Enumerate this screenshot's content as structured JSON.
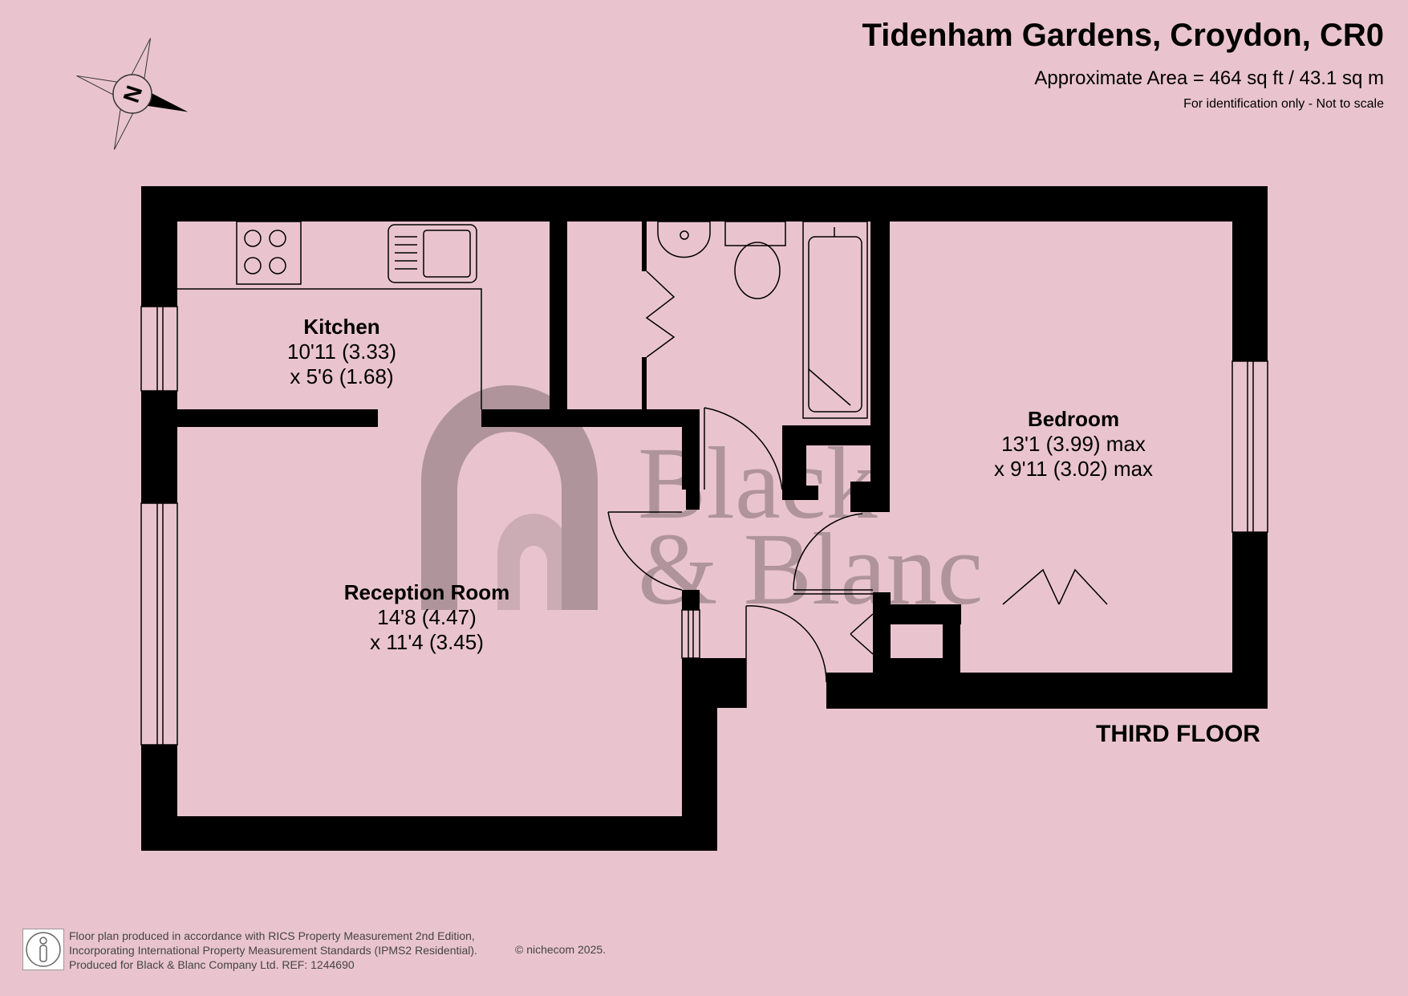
{
  "header": {
    "title": "Tidenham Gardens, Croydon, CR0",
    "area": "Approximate Area = 464 sq ft / 43.1 sq m",
    "note": "For identification only - Not to scale"
  },
  "compass": {
    "letter": "N"
  },
  "rooms": {
    "kitchen": {
      "name": "Kitchen",
      "dim1": "10'11 (3.33)",
      "dim2": "x 5'6 (1.68)"
    },
    "bedroom": {
      "name": "Bedroom",
      "dim1": "13'1 (3.99) max",
      "dim2": "x 9'11 (3.02) max"
    },
    "reception": {
      "name": "Reception Room",
      "dim1": "14'8 (4.47)",
      "dim2": "x 11'4 (3.45)"
    }
  },
  "floor_label": "THIRD FLOOR",
  "watermark": {
    "line1": "Black",
    "line2": "& Blanc"
  },
  "footer": {
    "line1": "Floor plan produced in accordance with RICS Property Measurement 2nd Edition,",
    "line2": "Incorporating International Property Measurement Standards (IPMS2 Residential).",
    "line3": "Produced for Black & Blanc Company Ltd.   REF:  1244690",
    "copyright": "© nichecom 2025."
  },
  "colors": {
    "background": "#e9c4cf",
    "wall": "#000000",
    "watermark": "#a58c92"
  }
}
